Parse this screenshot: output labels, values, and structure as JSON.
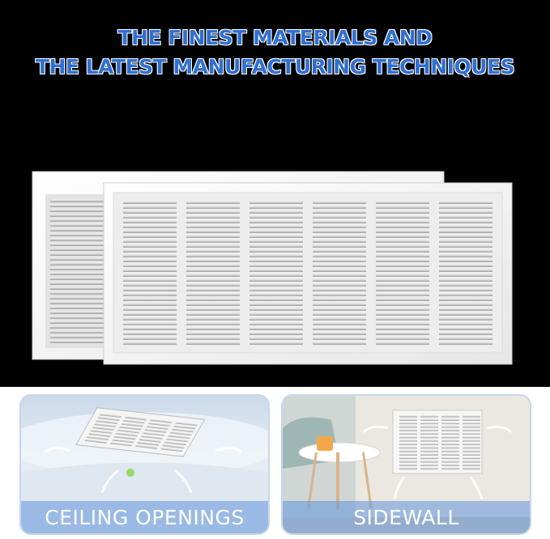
{
  "headline": {
    "line1": "THE FINEST MATERIALS AND",
    "line2": "THE LATEST MANUFACTURING TECHNIQUES"
  },
  "panels": [
    {
      "caption": "CEILING OPENINGS"
    },
    {
      "caption": "SIDEWALL"
    }
  ],
  "colors": {
    "background": "#000000",
    "headline": "#2f6fd0",
    "caption_bar": "#6096dc"
  }
}
